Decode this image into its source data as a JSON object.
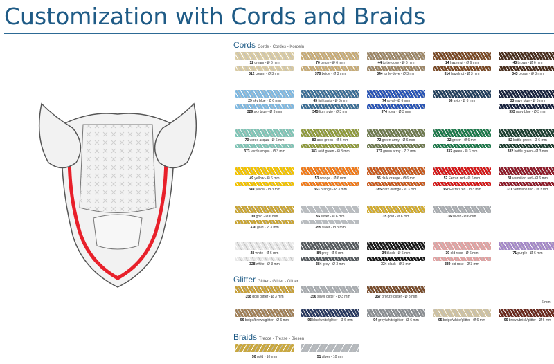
{
  "page": {
    "title": "Customization with Cords and Braids"
  },
  "sections": {
    "cords": {
      "title": "Cords",
      "subtitle": "Corde - Cordes - Kordeln"
    },
    "glitter": {
      "title": "Glitter",
      "subtitle": "Glitter - Glitter - Glitter"
    },
    "braids": {
      "title": "Braids",
      "subtitle": "Trecce - Tresse - Biesen"
    }
  },
  "glitter_note": "6 mm",
  "cords": [
    {
      "code": "12",
      "name": "cream",
      "size": "Ø 6 mm",
      "color": "#d9cba4",
      "row": 0,
      "col": 0,
      "thin": false
    },
    {
      "code": "312",
      "name": "cream",
      "size": "Ø 3 mm",
      "color": "#d9cba4",
      "row": 0,
      "col": 0,
      "thin": true
    },
    {
      "code": "70",
      "name": "beige",
      "size": "Ø 6 mm",
      "color": "#c7ab76",
      "row": 0,
      "col": 1,
      "thin": false
    },
    {
      "code": "370",
      "name": "beige",
      "size": "Ø 3 mm",
      "color": "#c7ab76",
      "row": 0,
      "col": 1,
      "thin": true
    },
    {
      "code": "44",
      "name": "turtle-dove",
      "size": "Ø 6 mm",
      "color": "#9d8767",
      "row": 0,
      "col": 2,
      "thin": false
    },
    {
      "code": "344",
      "name": "turtle-dove",
      "size": "Ø 3 mm",
      "color": "#9d8767",
      "row": 0,
      "col": 2,
      "thin": true
    },
    {
      "code": "14",
      "name": "hazelnut",
      "size": "Ø 6 mm",
      "color": "#7a4a26",
      "row": 0,
      "col": 3,
      "thin": false
    },
    {
      "code": "314",
      "name": "hazelnut",
      "size": "Ø 3 mm",
      "color": "#7a4a26",
      "row": 0,
      "col": 3,
      "thin": true
    },
    {
      "code": "43",
      "name": "brown",
      "size": "Ø 6 mm",
      "color": "#4a2f1e",
      "row": 0,
      "col": 4,
      "thin": false
    },
    {
      "code": "343",
      "name": "brown",
      "size": "Ø 3 mm",
      "color": "#4a2f1e",
      "row": 0,
      "col": 4,
      "thin": true
    },
    {
      "code": "29",
      "name": "sky blue",
      "size": "Ø 6 mm",
      "color": "#7fb8e0",
      "row": 1,
      "col": 0,
      "thin": false
    },
    {
      "code": "329",
      "name": "sky blue",
      "size": "Ø 3 mm",
      "color": "#7fb8e0",
      "row": 1,
      "col": 0,
      "thin": true
    },
    {
      "code": "45",
      "name": "light avio",
      "size": "Ø 6 mm",
      "color": "#3d6f96",
      "row": 1,
      "col": 1,
      "thin": false
    },
    {
      "code": "345",
      "name": "light avio",
      "size": "Ø 3 mm",
      "color": "#3d6f96",
      "row": 1,
      "col": 1,
      "thin": true
    },
    {
      "code": "74",
      "name": "royal",
      "size": "Ø 6 mm",
      "color": "#2a55b5",
      "row": 1,
      "col": 2,
      "thin": false
    },
    {
      "code": "374",
      "name": "royal",
      "size": "Ø 3 mm",
      "color": "#2a55b5",
      "row": 1,
      "col": 2,
      "thin": true
    },
    {
      "code": "86",
      "name": "avio",
      "size": "Ø 6 mm",
      "color": "#24415e",
      "row": 1,
      "col": 3,
      "thin": false
    },
    {
      "code": "33",
      "name": "navy blue",
      "size": "Ø 6 mm",
      "color": "#1a2440",
      "row": 1,
      "col": 4,
      "thin": false
    },
    {
      "code": "333",
      "name": "navy blue",
      "size": "Ø 3 mm",
      "color": "#1a2440",
      "row": 1,
      "col": 4,
      "thin": true
    },
    {
      "code": "73",
      "name": "verde acqua",
      "size": "Ø 6 mm",
      "color": "#7fc4b5",
      "row": 2,
      "col": 0,
      "thin": false
    },
    {
      "code": "373",
      "name": "verde acqua",
      "size": "Ø 3 mm",
      "color": "#7fc4b5",
      "row": 2,
      "col": 0,
      "thin": true
    },
    {
      "code": "83",
      "name": "acid green",
      "size": "Ø 6 mm",
      "color": "#8f9a3d",
      "row": 2,
      "col": 1,
      "thin": false
    },
    {
      "code": "383",
      "name": "acid green",
      "size": "Ø 3 mm",
      "color": "#8f9a3d",
      "row": 2,
      "col": 1,
      "thin": true
    },
    {
      "code": "72",
      "name": "green army",
      "size": "Ø 6 mm",
      "color": "#6e7a4f",
      "row": 2,
      "col": 2,
      "thin": false
    },
    {
      "code": "372",
      "name": "green army",
      "size": "Ø 3 mm",
      "color": "#6e7a4f",
      "row": 2,
      "col": 2,
      "thin": true
    },
    {
      "code": "32",
      "name": "green",
      "size": "Ø 6 mm",
      "color": "#1f7a4c",
      "row": 2,
      "col": 3,
      "thin": false
    },
    {
      "code": "332",
      "name": "green",
      "size": "Ø 3 mm",
      "color": "#1f7a4c",
      "row": 2,
      "col": 3,
      "thin": true
    },
    {
      "code": "82",
      "name": "bottle green",
      "size": "Ø 6 mm",
      "color": "#1e4032",
      "row": 2,
      "col": 4,
      "thin": false
    },
    {
      "code": "382",
      "name": "bottle green",
      "size": "Ø 3 mm",
      "color": "#1e4032",
      "row": 2,
      "col": 4,
      "thin": true
    },
    {
      "code": "49",
      "name": "yellow",
      "size": "Ø 6 mm",
      "color": "#f2c200",
      "row": 3,
      "col": 0,
      "thin": false
    },
    {
      "code": "349",
      "name": "yellow",
      "size": "Ø 3 mm",
      "color": "#f2c200",
      "row": 3,
      "col": 0,
      "thin": true
    },
    {
      "code": "53",
      "name": "orange",
      "size": "Ø 6 mm",
      "color": "#f07a1a",
      "row": 3,
      "col": 1,
      "thin": false
    },
    {
      "code": "353",
      "name": "orange",
      "size": "Ø 3 mm",
      "color": "#f07a1a",
      "row": 3,
      "col": 1,
      "thin": true
    },
    {
      "code": "85",
      "name": "dark orange",
      "size": "Ø 6 mm",
      "color": "#c85a1e",
      "row": 3,
      "col": 2,
      "thin": false
    },
    {
      "code": "385",
      "name": "dark orange",
      "size": "Ø 3 mm",
      "color": "#c85a1e",
      "row": 3,
      "col": 2,
      "thin": true
    },
    {
      "code": "52",
      "name": "Ferrari red",
      "size": "Ø 6 mm",
      "color": "#d41a1a",
      "row": 3,
      "col": 3,
      "thin": false
    },
    {
      "code": "352",
      "name": "Ferrari red",
      "size": "Ø 3 mm",
      "color": "#d41a1a",
      "row": 3,
      "col": 3,
      "thin": true
    },
    {
      "code": "31",
      "name": "vermilion red",
      "size": "Ø 6 mm",
      "color": "#8e1c2a",
      "row": 3,
      "col": 4,
      "thin": false
    },
    {
      "code": "331",
      "name": "vermilion red",
      "size": "Ø 3 mm",
      "color": "#8e1c2a",
      "row": 3,
      "col": 4,
      "thin": true
    },
    {
      "code": "30",
      "name": "gold",
      "size": "Ø 6 mm",
      "color": "#c9a536",
      "row": 4,
      "col": 0,
      "thin": false
    },
    {
      "code": "330",
      "name": "gold",
      "size": "Ø 3 mm",
      "color": "#c9a536",
      "row": 4,
      "col": 0,
      "thin": true
    },
    {
      "code": "55",
      "name": "silver",
      "size": "Ø 6 mm",
      "color": "#b8bcc0",
      "row": 4,
      "col": 1,
      "thin": false
    },
    {
      "code": "355",
      "name": "silver",
      "size": "Ø 3 mm",
      "color": "#b8bcc0",
      "row": 4,
      "col": 1,
      "thin": true
    },
    {
      "code": "35",
      "name": "gold",
      "size": "Ø 6 mm",
      "color": "#d1ab2f",
      "row": 4,
      "col": 2,
      "thin": false
    },
    {
      "code": "36",
      "name": "silver",
      "size": "Ø 6 mm",
      "color": "#a8acb0",
      "row": 4,
      "col": 3,
      "thin": false
    },
    {
      "code": "28",
      "name": "white",
      "size": "Ø 6 mm",
      "color": "#e8e8e8",
      "row": 5,
      "col": 0,
      "thin": false
    },
    {
      "code": "328",
      "name": "white",
      "size": "Ø 3 mm",
      "color": "#e8e8e8",
      "row": 5,
      "col": 0,
      "thin": true
    },
    {
      "code": "84",
      "name": "grey",
      "size": "Ø 6 mm",
      "color": "#555a5e",
      "row": 5,
      "col": 1,
      "thin": false
    },
    {
      "code": "384",
      "name": "grey",
      "size": "Ø 3 mm",
      "color": "#555a5e",
      "row": 5,
      "col": 1,
      "thin": true
    },
    {
      "code": "34",
      "name": "black",
      "size": "Ø 6 mm",
      "color": "#1a1a1a",
      "row": 5,
      "col": 2,
      "thin": false
    },
    {
      "code": "334",
      "name": "black",
      "size": "Ø 3 mm",
      "color": "#1a1a1a",
      "row": 5,
      "col": 2,
      "thin": true
    },
    {
      "code": "39",
      "name": "old rose",
      "size": "Ø 6 mm",
      "color": "#e0a0a0",
      "row": 5,
      "col": 3,
      "thin": false
    },
    {
      "code": "339",
      "name": "old rose",
      "size": "Ø 3 mm",
      "color": "#e0a0a0",
      "row": 5,
      "col": 3,
      "thin": true
    },
    {
      "code": "71",
      "name": "purple",
      "size": "Ø 6 mm",
      "color": "#a488c8",
      "row": 5,
      "col": 4,
      "thin": false
    }
  ],
  "glitter": [
    {
      "code": "358",
      "name": "gold glitter",
      "size": "Ø 3 mm",
      "color": "#c7a03a",
      "row": 0,
      "col": 0
    },
    {
      "code": "356",
      "name": "silver glitter",
      "size": "Ø 3 mm",
      "color": "#a8acb0",
      "row": 0,
      "col": 1
    },
    {
      "code": "357",
      "name": "bronze glitter",
      "size": "Ø 3 mm",
      "color": "#7a4e2e",
      "row": 0,
      "col": 2
    },
    {
      "code": "56",
      "name": "beige/brown/glitter",
      "size": "Ø 6 mm",
      "color": "#a08058",
      "row": 1,
      "col": 0
    },
    {
      "code": "93",
      "name": "blue/white/glitter",
      "size": "Ø 6 mm",
      "color": "#2a3a60",
      "row": 1,
      "col": 1
    },
    {
      "code": "94",
      "name": "grey/white/glitter",
      "size": "Ø 6 mm",
      "color": "#8a8e92",
      "row": 1,
      "col": 2
    },
    {
      "code": "95",
      "name": "beige/white/glitter",
      "size": "Ø 6 mm",
      "color": "#cfc2a0",
      "row": 1,
      "col": 3
    },
    {
      "code": "96",
      "name": "brown/brick/glitter",
      "size": "Ø 6 mm",
      "color": "#6a2a1e",
      "row": 1,
      "col": 4
    }
  ],
  "braids": [
    {
      "code": "50",
      "name": "gold",
      "size": "10 mm",
      "color": "#c9a840",
      "col": 0
    },
    {
      "code": "51",
      "name": "silver",
      "size": "10 mm",
      "color": "#b4b8bc",
      "col": 1
    }
  ],
  "illustration": {
    "body_color": "#f2f2f2",
    "trim_color": "#e8202a",
    "outline_color": "#555555"
  }
}
